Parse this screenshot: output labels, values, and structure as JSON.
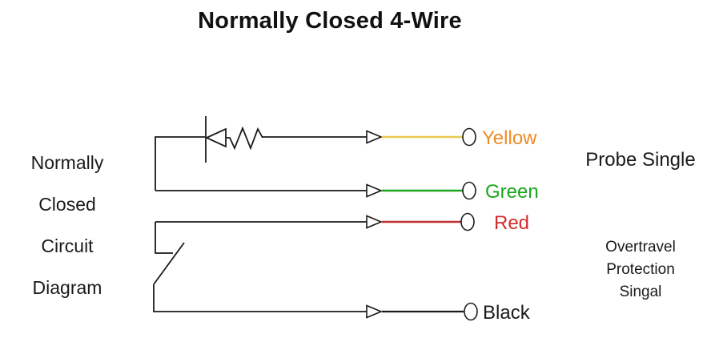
{
  "title": "Normally Closed 4-Wire",
  "left_label": {
    "lines": [
      "Normally",
      "Closed",
      "Circuit",
      "Diagram"
    ]
  },
  "right_labels": {
    "probe": "Probe Single",
    "overtravel_lines": [
      "Overtravel",
      "Protection",
      "Singal"
    ]
  },
  "wires": [
    {
      "label": "Yellow",
      "label_color": "#F08A24",
      "wire_color": "#EAC94F"
    },
    {
      "label": "Green",
      "label_color": "#1CA51C",
      "wire_color": "#1CA51C"
    },
    {
      "label": "Red",
      "label_color": "#D42B2B",
      "wire_color": "#C03030"
    },
    {
      "label": "Black",
      "label_color": "#1A1A1A",
      "wire_color": "#1A1A1A"
    }
  ],
  "colors": {
    "line": "#1A1A1A",
    "background": "#FFFFFF"
  }
}
